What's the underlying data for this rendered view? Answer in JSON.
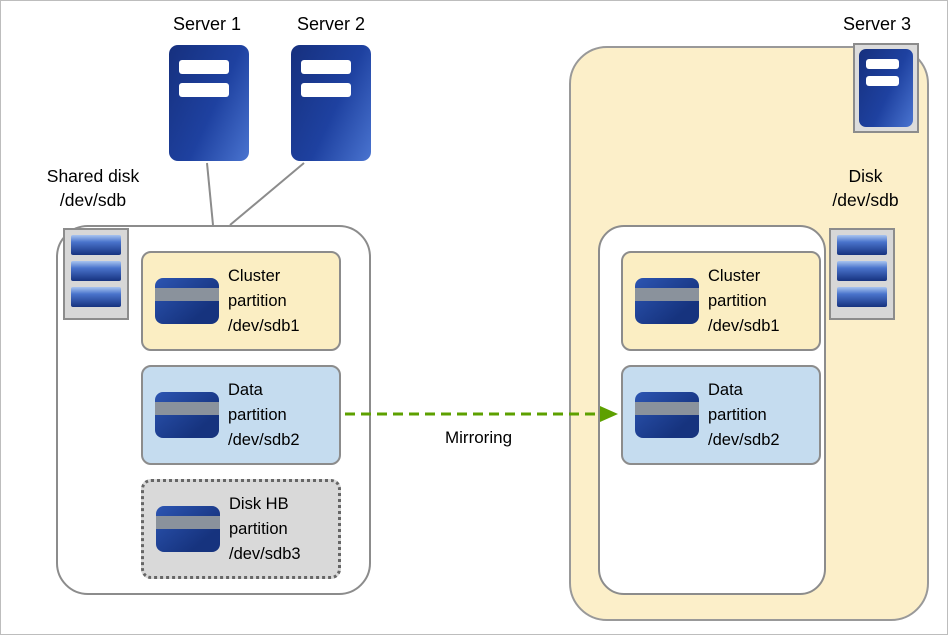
{
  "servers": {
    "s1": {
      "label": "Server 1"
    },
    "s2": {
      "label": "Server 2"
    },
    "s3": {
      "label": "Server 3"
    }
  },
  "labels": {
    "shared_disk": "Shared disk\n/dev/sdb",
    "remote_disk": "Disk\n/dev/sdb",
    "mirroring": "Mirroring"
  },
  "shared_disk_group": {
    "partitions": [
      {
        "name": "cluster-partition",
        "label": "Cluster\npartition\n/dev/sdb1"
      },
      {
        "name": "data-partition",
        "label": "Data\npartition\n/dev/sdb2"
      },
      {
        "name": "disk-hb-partition",
        "label": "Disk HB\npartition\n/dev/sdb3"
      }
    ]
  },
  "mirror_disk_group": {
    "partitions": [
      {
        "name": "cluster-partition",
        "label": "Cluster\npartition\n/dev/sdb1"
      },
      {
        "name": "data-partition",
        "label": "Data\npartition\n/dev/sdb2"
      }
    ]
  },
  "colors": {
    "cluster_partition_fill": "#FBEEC3",
    "data_partition_fill": "#C5DCEF",
    "diskhb_partition_fill": "#D9D9D9",
    "server3_container_fill": "#FCEFC9",
    "server_icon_blue": "#1B3E9E",
    "mirroring_arrow_green": "#5DA000",
    "connector_line_gray": "#8C8C8C",
    "box_border_gray": "#8C8C8C"
  }
}
